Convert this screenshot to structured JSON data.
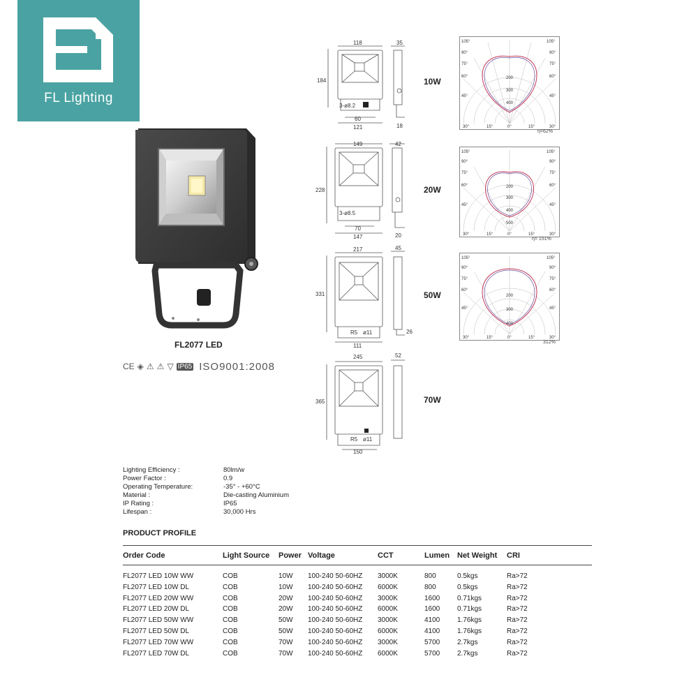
{
  "brand": {
    "name": "FL Lighting",
    "color": "#4aa3a2"
  },
  "product": {
    "name": "FL2077 LED"
  },
  "certifications": {
    "marks": [
      "CE",
      "◈",
      "⚠",
      "⚠",
      "▽"
    ],
    "ip": "IP65",
    "iso": "ISO9001:2008"
  },
  "drawings": [
    {
      "watt": "10W",
      "front": {
        "width": "118",
        "height": "184",
        "base_spacing": "60",
        "base_width": "121",
        "holes": "3-ø8.2"
      },
      "side": {
        "depth": "35",
        "base": "18"
      },
      "efficiency": "η=62%"
    },
    {
      "watt": "20W",
      "front": {
        "width": "149",
        "height": "228",
        "base_spacing": "70",
        "base_width": "147",
        "holes": "3-ø8.5"
      },
      "side": {
        "depth": "42",
        "base": "20"
      },
      "efficiency": "η= 151%"
    },
    {
      "watt": "50W",
      "front": {
        "width": "217",
        "height": "331",
        "base_spacing": "111",
        "slot_a": "R5",
        "slot_b": "ø11"
      },
      "side": {
        "depth": "45",
        "base": "26"
      },
      "efficiency": "312%"
    },
    {
      "watt": "70W",
      "front": {
        "width": "245",
        "height": "365",
        "base_spacing": "150",
        "slot_a": "R5",
        "slot_b": "ø11"
      },
      "side": {
        "depth": "52"
      }
    }
  ],
  "polar_labels": {
    "top": [
      "105°",
      "105°"
    ],
    "left": [
      "90°",
      "75°",
      "60°",
      "45°"
    ],
    "right": [
      "90°",
      "75°",
      "60°",
      "45°"
    ],
    "bottom": [
      "30°",
      "15°",
      "0°",
      "15°",
      "30°"
    ],
    "radial_1": [
      "200",
      "300",
      "400"
    ],
    "radial_2": [
      "200",
      "300",
      "400",
      "500"
    ],
    "radial_3": [
      "200",
      "300",
      "400"
    ]
  },
  "specs": [
    {
      "label": "Lighting Efficiency :",
      "value": "80lm/w"
    },
    {
      "label": "Power Factor :",
      "value": "0.9"
    },
    {
      "label": "Operating Temperature:",
      "value": "-35° - +60°C"
    },
    {
      "label": "Material :",
      "value": "Die-casting Aluminium"
    },
    {
      "label": "IP Rating :",
      "value": "IP65"
    },
    {
      "label": "Lifespan :",
      "value": "30,000 Hrs"
    }
  ],
  "profile": {
    "title": "PRODUCT PROFILE",
    "headers": [
      "Order Code",
      "Light Source",
      "Power",
      "Voltage",
      "CCT",
      "Lumen",
      "Net Weight",
      "CRI"
    ],
    "rows": [
      [
        "FL2077 LED 10W WW",
        "COB",
        "10W",
        "100-240 50-60HZ",
        "3000K",
        "800",
        "0.5kgs",
        "Ra>72"
      ],
      [
        "FL2077 LED 10W DL",
        "COB",
        "10W",
        "100-240 50-60HZ",
        "6000K",
        "800",
        "0.5kgs",
        "Ra>72"
      ],
      [
        "FL2077 LED 20W WW",
        "COB",
        "20W",
        "100-240 50-60HZ",
        "3000K",
        "1600",
        "0.71kgs",
        "Ra>72"
      ],
      [
        "FL2077 LED 20W DL",
        "COB",
        "20W",
        "100-240 50-60HZ",
        "6000K",
        "1600",
        "0.71kgs",
        "Ra>72"
      ],
      [
        "FL2077 LED 50W WW",
        "COB",
        "50W",
        "100-240 50-60HZ",
        "3000K",
        "4100",
        "1.76kgs",
        "Ra>72"
      ],
      [
        "FL2077 LED 50W DL",
        "COB",
        "50W",
        "100-240 50-60HZ",
        "6000K",
        "4100",
        "1.76kgs",
        "Ra>72"
      ],
      [
        "FL2077 LED 70W WW",
        "COB",
        "70W",
        "100-240 50-60HZ",
        "3000K",
        "5700",
        "2.7kgs",
        "Ra>72"
      ],
      [
        "FL2077 LED 70W DL",
        "COB",
        "70W",
        "100-240 50-60HZ",
        "6000K",
        "5700",
        "2.7kgs",
        "Ra>72"
      ]
    ]
  }
}
